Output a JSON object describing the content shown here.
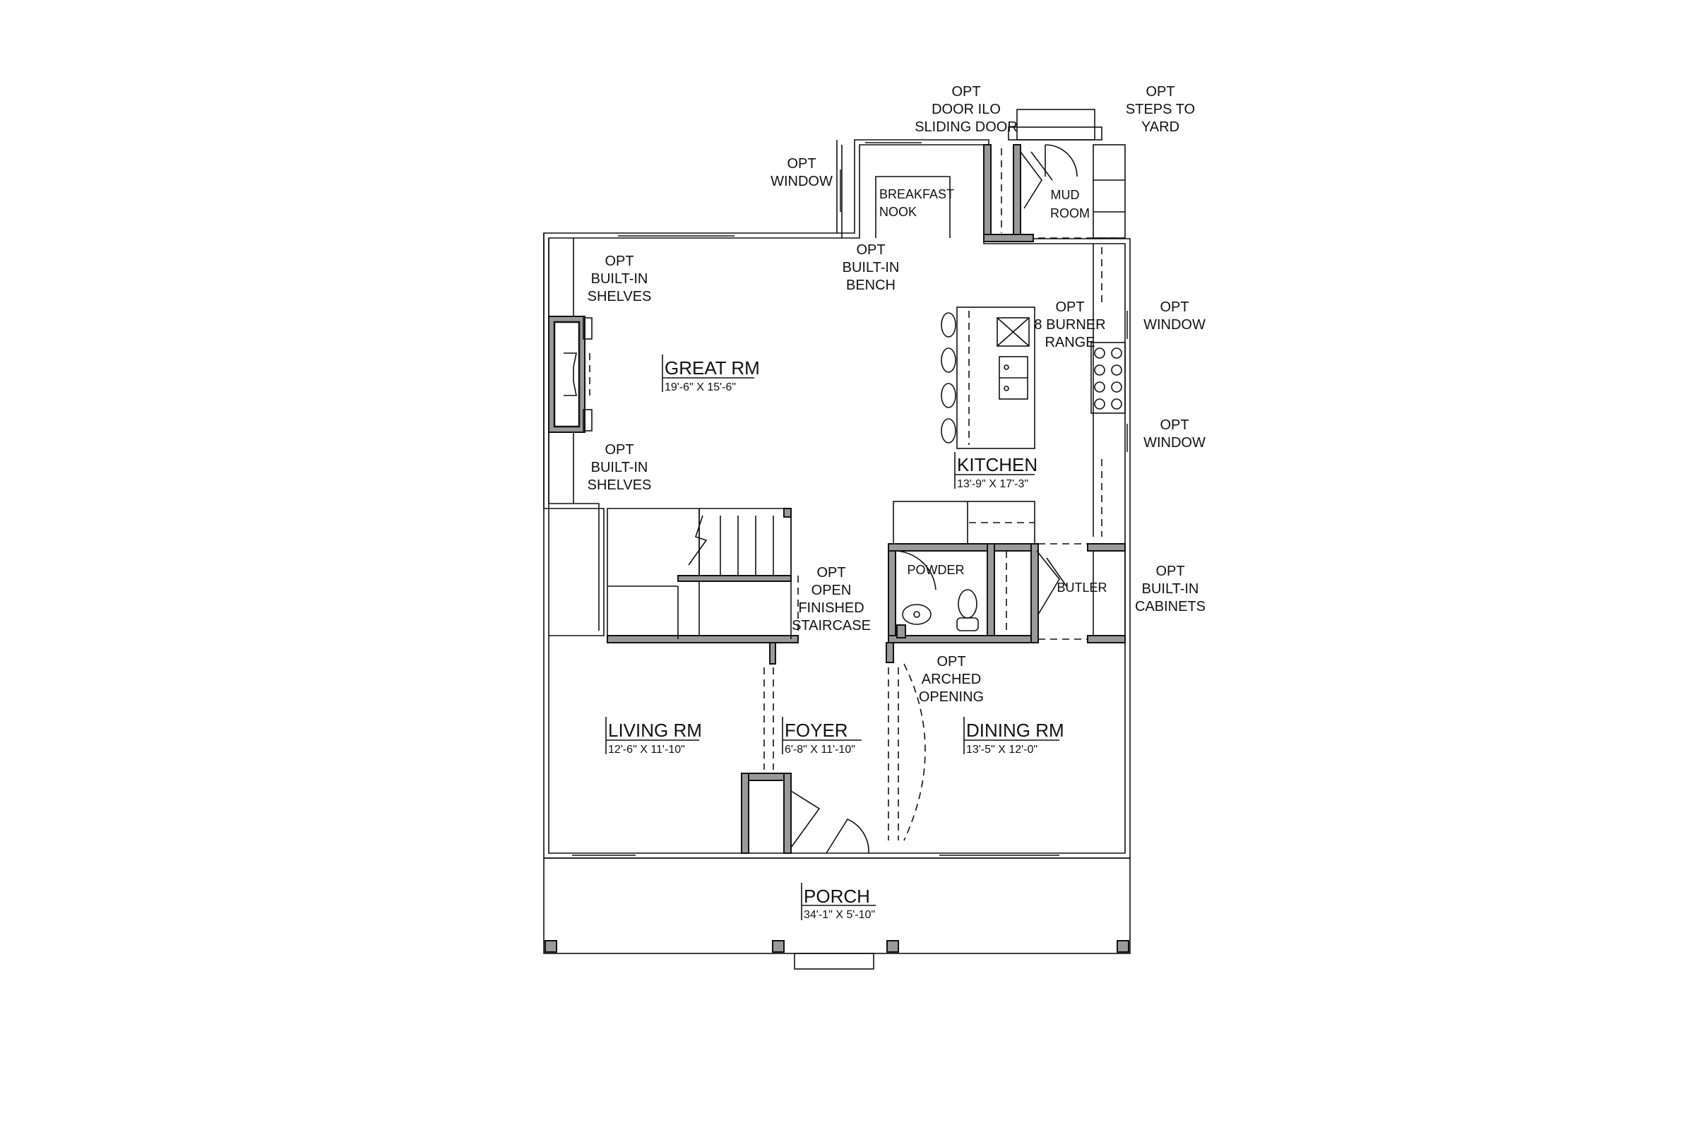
{
  "rooms": {
    "great_rm": {
      "name": "GREAT RM",
      "dim": "19'-6\" X 15'-6\""
    },
    "kitchen": {
      "name": "KITCHEN",
      "dim": "13'-9\" X 17'-3\""
    },
    "living_rm": {
      "name": "LIVING RM",
      "dim": "12'-6\" X 11'-10\""
    },
    "foyer": {
      "name": "FOYER",
      "dim": "6'-8\" X 11'-10\""
    },
    "dining_rm": {
      "name": "DINING RM",
      "dim": "13'-5\" X 12'-0\""
    },
    "porch": {
      "name": "PORCH",
      "dim": "34'-1\" X 5'-10\""
    },
    "breakfast_nook": {
      "line1": "BREAKFAST",
      "line2": "NOOK"
    },
    "mud_room": {
      "line1": "MUD",
      "line2": "ROOM"
    },
    "powder": "POWDER",
    "butler": "BUTLER"
  },
  "notes": {
    "opt_door": [
      "OPT",
      "DOOR ILO",
      "SLIDING DOOR"
    ],
    "opt_steps": [
      "OPT",
      "STEPS TO",
      "YARD"
    ],
    "opt_window_top": [
      "OPT",
      "WINDOW"
    ],
    "opt_shelves_top": [
      "OPT",
      "BUILT-IN",
      "SHELVES"
    ],
    "opt_bench": [
      "OPT",
      "BUILT-IN",
      "BENCH"
    ],
    "opt_range": [
      "OPT",
      "8 BURNER",
      "RANGE"
    ],
    "opt_window_right1": [
      "OPT",
      "WINDOW"
    ],
    "opt_window_right2": [
      "OPT",
      "WINDOW"
    ],
    "opt_shelves_bottom": [
      "OPT",
      "BUILT-IN",
      "SHELVES"
    ],
    "opt_staircase": [
      "OPT",
      "OPEN",
      "FINISHED",
      "STAIRCASE"
    ],
    "opt_cabinets": [
      "OPT",
      "BUILT-IN",
      "CABINETS"
    ],
    "opt_arched": [
      "OPT",
      "ARCHED",
      "OPENING"
    ]
  }
}
